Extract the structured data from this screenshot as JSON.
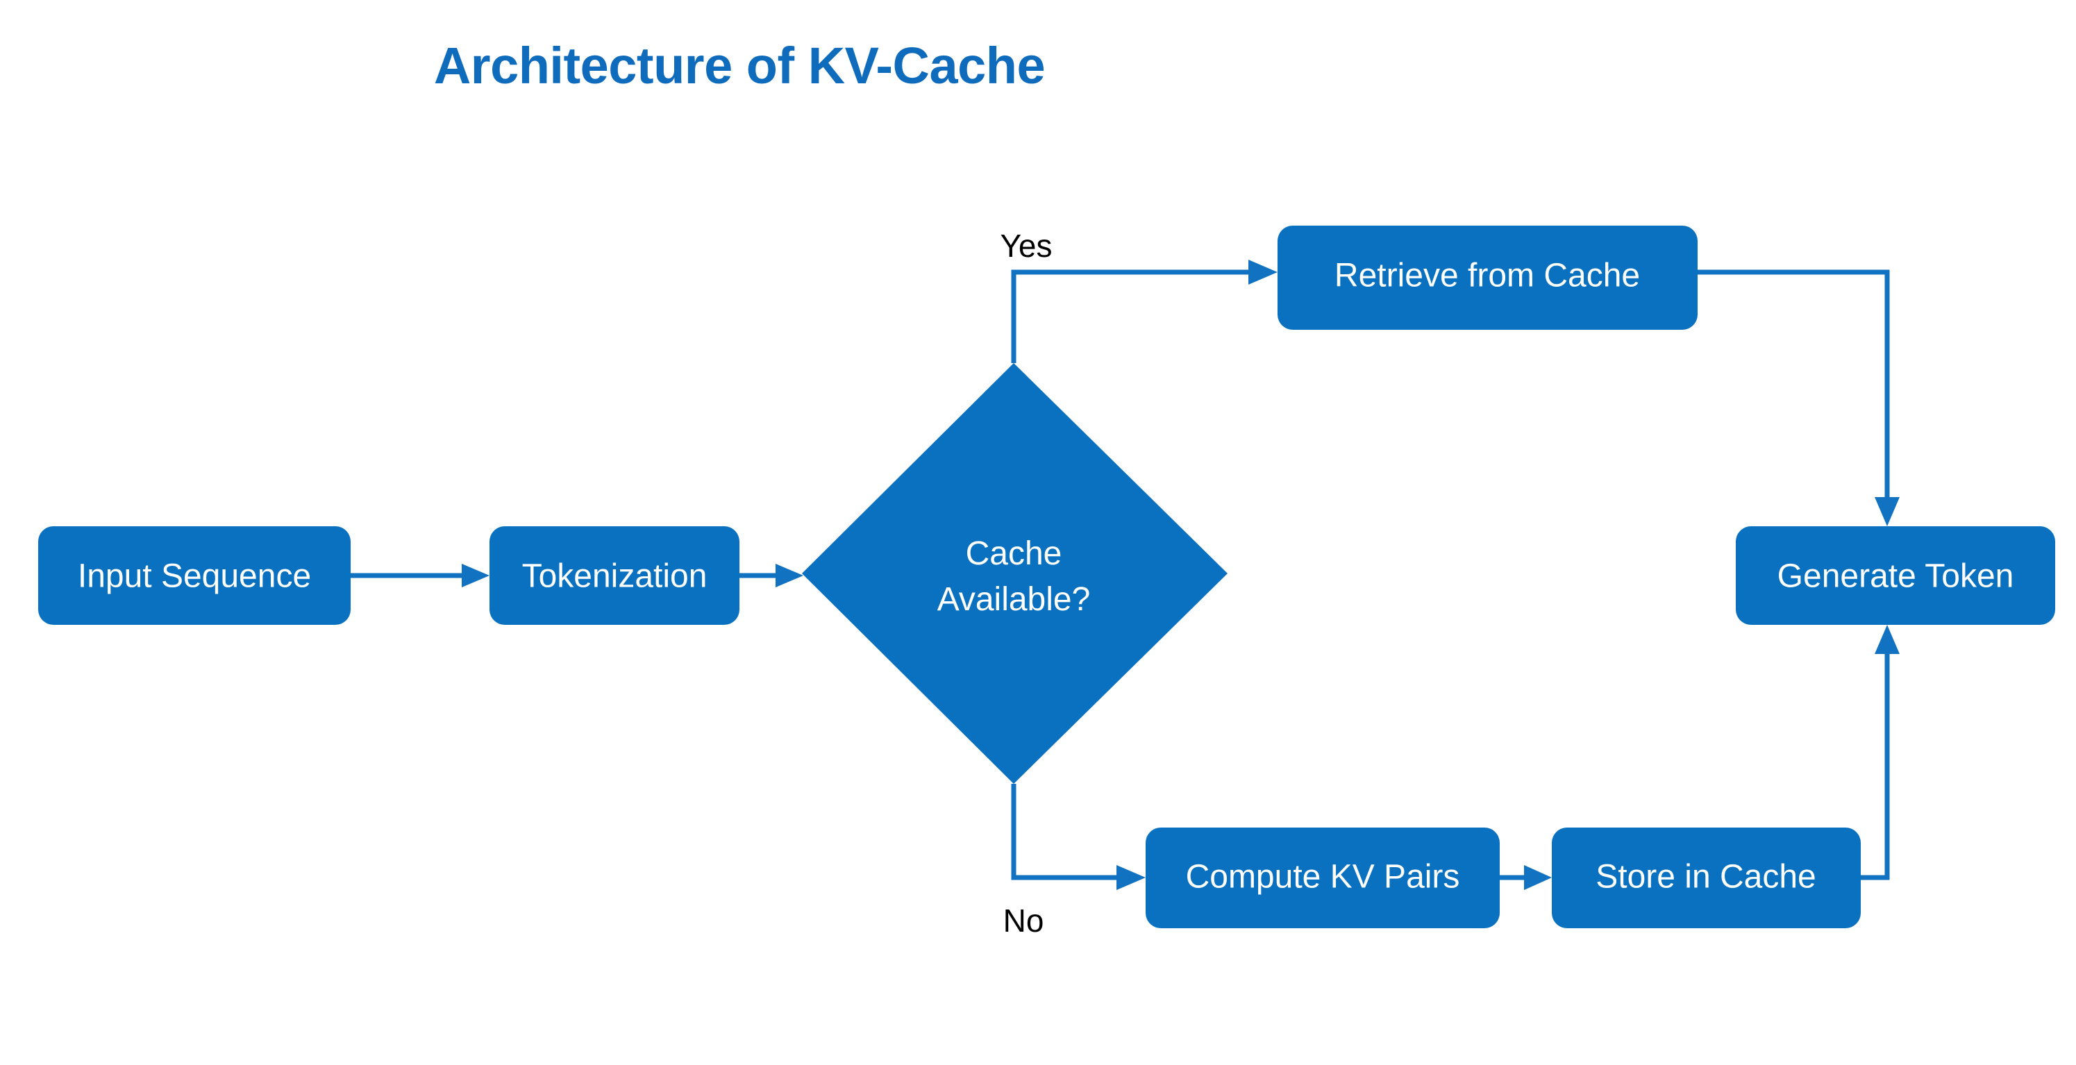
{
  "title": "Architecture of KV-Cache",
  "colors": {
    "node_fill": "#0a71c1",
    "node_text": "#ffffff",
    "edge": "#1172c2",
    "title": "#0f6cbd",
    "background": "#ffffff",
    "edge_label_text": "#000000"
  },
  "nodes": {
    "input_sequence": {
      "label": "Input Sequence",
      "shape": "rounded-rect"
    },
    "tokenization": {
      "label": "Tokenization",
      "shape": "rounded-rect"
    },
    "decision": {
      "label_line1": "Cache",
      "label_line2": "Available?",
      "shape": "diamond"
    },
    "retrieve_from_cache": {
      "label": "Retrieve from Cache",
      "shape": "rounded-rect"
    },
    "generate_token": {
      "label": "Generate Token",
      "shape": "rounded-rect"
    },
    "compute_kv_pairs": {
      "label": "Compute KV Pairs",
      "shape": "rounded-rect"
    },
    "store_in_cache": {
      "label": "Store in Cache",
      "shape": "rounded-rect"
    }
  },
  "edge_labels": {
    "yes": "Yes",
    "no": "No"
  },
  "edges": [
    {
      "from": "input_sequence",
      "to": "tokenization",
      "label": ""
    },
    {
      "from": "tokenization",
      "to": "decision",
      "label": ""
    },
    {
      "from": "decision",
      "to": "retrieve_from_cache",
      "label": "Yes"
    },
    {
      "from": "decision",
      "to": "compute_kv_pairs",
      "label": "No"
    },
    {
      "from": "retrieve_from_cache",
      "to": "generate_token",
      "label": ""
    },
    {
      "from": "compute_kv_pairs",
      "to": "store_in_cache",
      "label": ""
    },
    {
      "from": "store_in_cache",
      "to": "generate_token",
      "label": ""
    }
  ]
}
